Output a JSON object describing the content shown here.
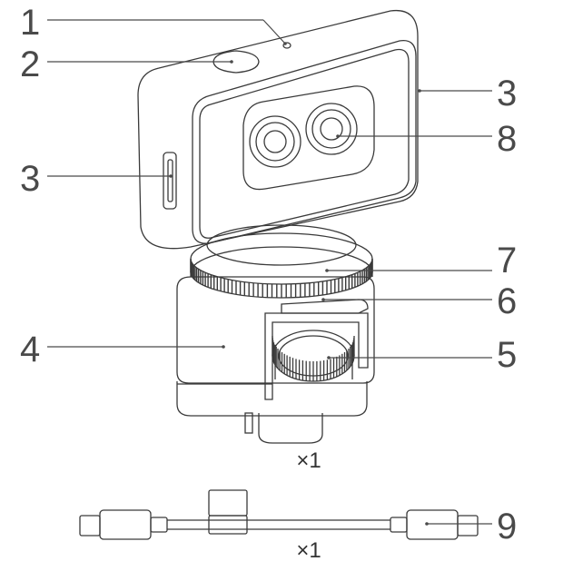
{
  "callouts": {
    "c1": "1",
    "c2": "2",
    "c3_right": "3",
    "c3_left": "3",
    "c4": "4",
    "c5": "5",
    "c6": "6",
    "c7": "7",
    "c8": "8",
    "c9": "9"
  },
  "quantities": {
    "camera_assembly": "×1",
    "cable": "×1"
  },
  "colors": {
    "line": "#3a3a3a",
    "label": "#4a4a4a",
    "body_fill": "#ffffff"
  }
}
